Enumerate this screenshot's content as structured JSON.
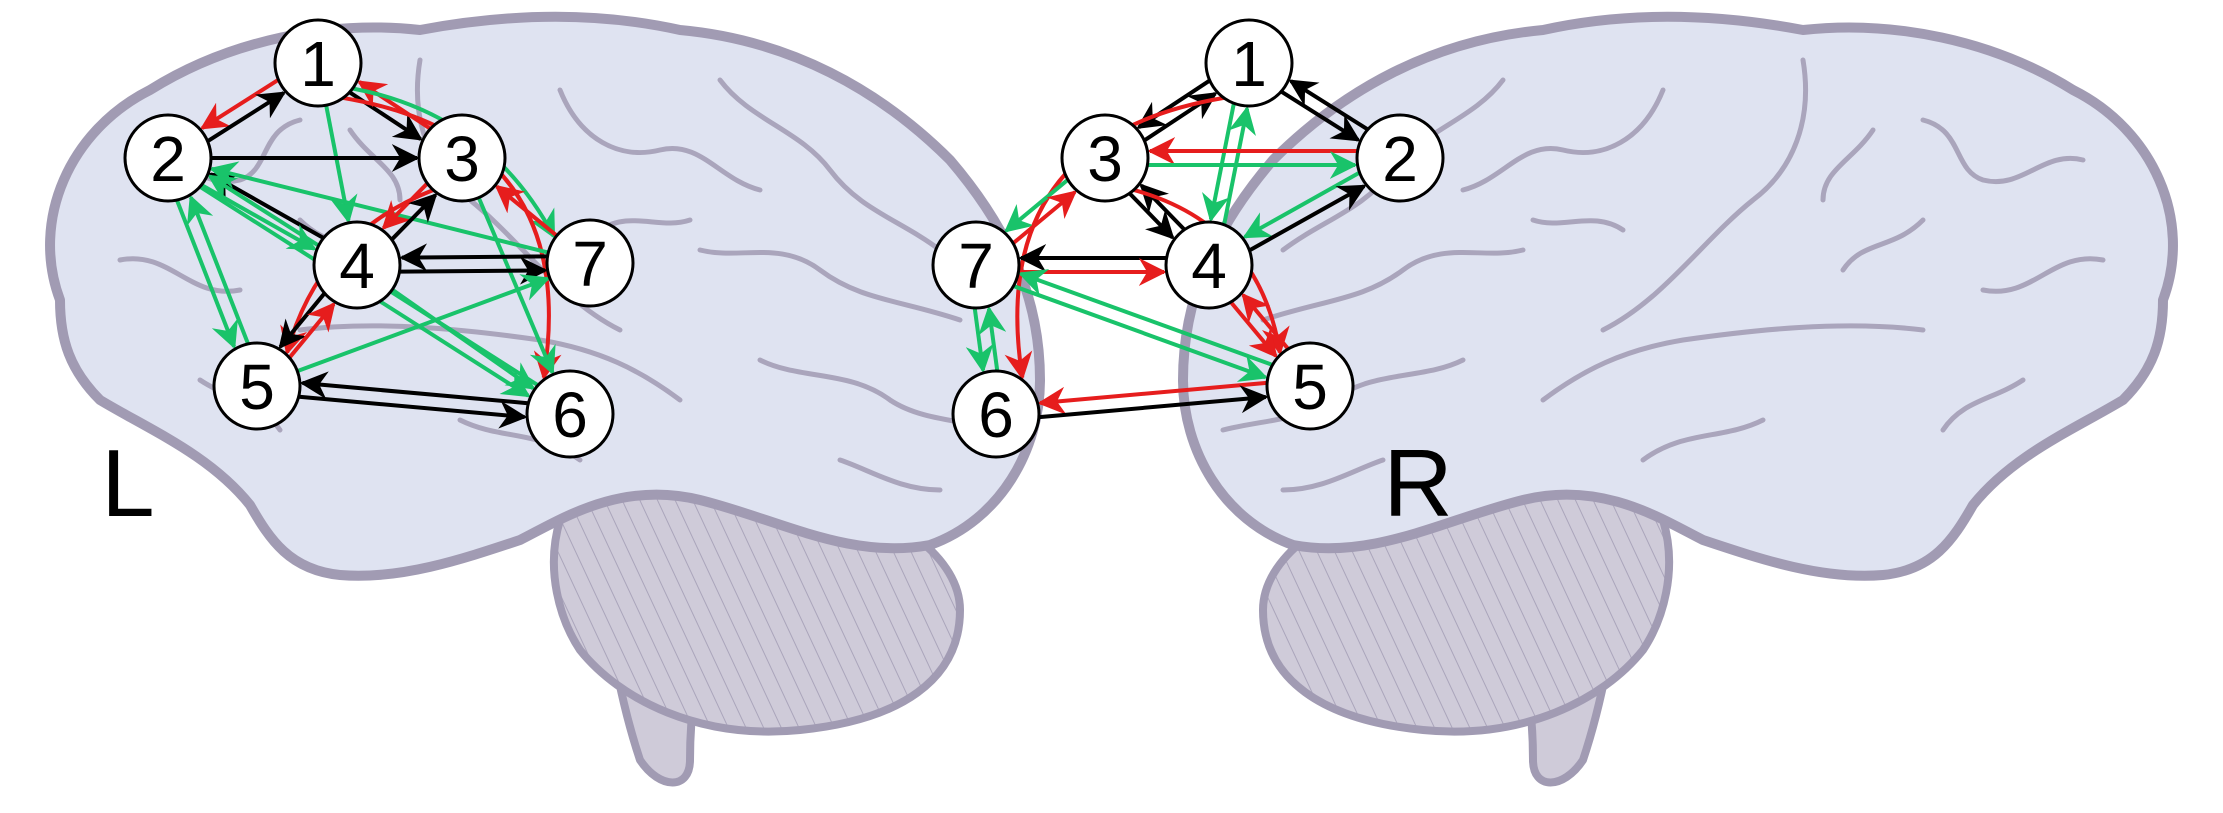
{
  "colors": {
    "black": "#000000",
    "red": "#e61d1d",
    "green": "#19c36a",
    "brain_fill": "#dfe3f1",
    "brain_stroke": "#a19bb3",
    "cerebellum": "#cfcbd9",
    "node_fill": "#ffffff"
  },
  "panels": [
    {
      "side_label": "L",
      "nodes": [
        {
          "id": "1",
          "label": "1"
        },
        {
          "id": "2",
          "label": "2"
        },
        {
          "id": "3",
          "label": "3"
        },
        {
          "id": "4",
          "label": "4"
        },
        {
          "id": "5",
          "label": "5"
        },
        {
          "id": "6",
          "label": "6"
        },
        {
          "id": "7",
          "label": "7"
        }
      ],
      "edges": [
        {
          "from": "1",
          "to": "2",
          "color": "red"
        },
        {
          "from": "2",
          "to": "1",
          "color": "black"
        },
        {
          "from": "1",
          "to": "3",
          "color": "black"
        },
        {
          "from": "3",
          "to": "1",
          "color": "red"
        },
        {
          "from": "1",
          "to": "4",
          "color": "green"
        },
        {
          "from": "1",
          "to": "7",
          "color": "green"
        },
        {
          "from": "1",
          "to": "6",
          "color": "red"
        },
        {
          "from": "2",
          "to": "3",
          "color": "black"
        },
        {
          "from": "4",
          "to": "2",
          "color": "black"
        },
        {
          "from": "2",
          "to": "4",
          "color": "green"
        },
        {
          "from": "7",
          "to": "2",
          "color": "green"
        },
        {
          "from": "2",
          "to": "5",
          "color": "green"
        },
        {
          "from": "5",
          "to": "2",
          "color": "green"
        },
        {
          "from": "2",
          "to": "6",
          "color": "green"
        },
        {
          "from": "6",
          "to": "2",
          "color": "green"
        },
        {
          "from": "3",
          "to": "4",
          "color": "red"
        },
        {
          "from": "4",
          "to": "3",
          "color": "black"
        },
        {
          "from": "3",
          "to": "5",
          "color": "red"
        },
        {
          "from": "3",
          "to": "6",
          "color": "green"
        },
        {
          "from": "7",
          "to": "3",
          "color": "red"
        },
        {
          "from": "7",
          "to": "4",
          "color": "black"
        },
        {
          "from": "4",
          "to": "7",
          "color": "black"
        },
        {
          "from": "4",
          "to": "5",
          "color": "black"
        },
        {
          "from": "5",
          "to": "4",
          "color": "red"
        },
        {
          "from": "4",
          "to": "6",
          "color": "green"
        },
        {
          "from": "5",
          "to": "7",
          "color": "green"
        },
        {
          "from": "5",
          "to": "6",
          "color": "black"
        },
        {
          "from": "6",
          "to": "5",
          "color": "black"
        }
      ]
    },
    {
      "side_label": "R",
      "nodes": [
        {
          "id": "1",
          "label": "1"
        },
        {
          "id": "2",
          "label": "2"
        },
        {
          "id": "3",
          "label": "3"
        },
        {
          "id": "4",
          "label": "4"
        },
        {
          "id": "5",
          "label": "5"
        },
        {
          "id": "6",
          "label": "6"
        },
        {
          "id": "7",
          "label": "7"
        }
      ],
      "edges": [
        {
          "from": "3",
          "to": "1",
          "color": "black"
        },
        {
          "from": "1",
          "to": "3",
          "color": "black"
        },
        {
          "from": "1",
          "to": "2",
          "color": "black"
        },
        {
          "from": "2",
          "to": "1",
          "color": "black"
        },
        {
          "from": "1",
          "to": "4",
          "color": "green"
        },
        {
          "from": "4",
          "to": "1",
          "color": "green"
        },
        {
          "from": "1",
          "to": "6",
          "color": "red"
        },
        {
          "from": "2",
          "to": "3",
          "color": "red"
        },
        {
          "from": "3",
          "to": "2",
          "color": "green"
        },
        {
          "from": "2",
          "to": "4",
          "color": "green"
        },
        {
          "from": "4",
          "to": "2",
          "color": "black"
        },
        {
          "from": "3",
          "to": "4",
          "color": "black"
        },
        {
          "from": "4",
          "to": "3",
          "color": "black"
        },
        {
          "from": "3",
          "to": "7",
          "color": "green"
        },
        {
          "from": "7",
          "to": "3",
          "color": "red"
        },
        {
          "from": "3",
          "to": "5",
          "color": "red"
        },
        {
          "from": "4",
          "to": "7",
          "color": "black"
        },
        {
          "from": "7",
          "to": "4",
          "color": "red"
        },
        {
          "from": "4",
          "to": "5",
          "color": "red"
        },
        {
          "from": "5",
          "to": "4",
          "color": "red"
        },
        {
          "from": "7",
          "to": "6",
          "color": "green"
        },
        {
          "from": "6",
          "to": "7",
          "color": "green"
        },
        {
          "from": "7",
          "to": "5",
          "color": "green"
        },
        {
          "from": "5",
          "to": "7",
          "color": "green"
        },
        {
          "from": "5",
          "to": "6",
          "color": "red"
        },
        {
          "from": "6",
          "to": "5",
          "color": "black"
        }
      ]
    }
  ]
}
